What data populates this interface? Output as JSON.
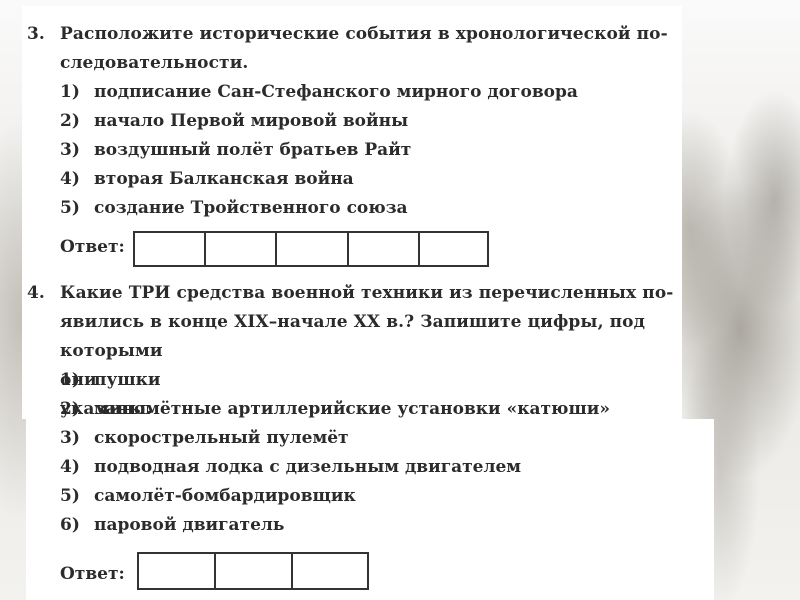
{
  "task3": {
    "number": "3.",
    "question_line1": "Расположите исторические события в хронологической по-",
    "question_line2": "следовательности.",
    "items": [
      {
        "n": "1)",
        "label": "подписание Сан-Стефанского мирного договора"
      },
      {
        "n": "2)",
        "label": "начало Первой мировой войны"
      },
      {
        "n": "3)",
        "label": "воздушный полёт братьев Райт"
      },
      {
        "n": "4)",
        "label": "вторая Балканская война"
      },
      {
        "n": "5)",
        "label": "создание Тройственного союза"
      }
    ],
    "answer_label": "Ответ:",
    "answer_cells": 5
  },
  "task4": {
    "number": "4.",
    "question_line1": "Какие ТРИ средства военной техники из перечисленных по-",
    "question_line2_a": "явились в конце XIX–начале XX в.? Запишите ",
    "question_line2_em": "цифры",
    "question_line2_b": ", под",
    "question_line3": "которыми они указаны.",
    "items": [
      {
        "n": "1)",
        "label": "пушки"
      },
      {
        "n": "2)",
        "label": "миномётные артиллерийские установки «катюши»"
      },
      {
        "n": "3)",
        "label": "скорострельный пулемёт"
      },
      {
        "n": "4)",
        "label": "подводная лодка с дизельным двигателем"
      },
      {
        "n": "5)",
        "label": "самолёт-бомбардировщик"
      },
      {
        "n": "6)",
        "label": "паровой двигатель"
      }
    ],
    "answer_label": "Ответ:",
    "answer_cells": 3
  }
}
